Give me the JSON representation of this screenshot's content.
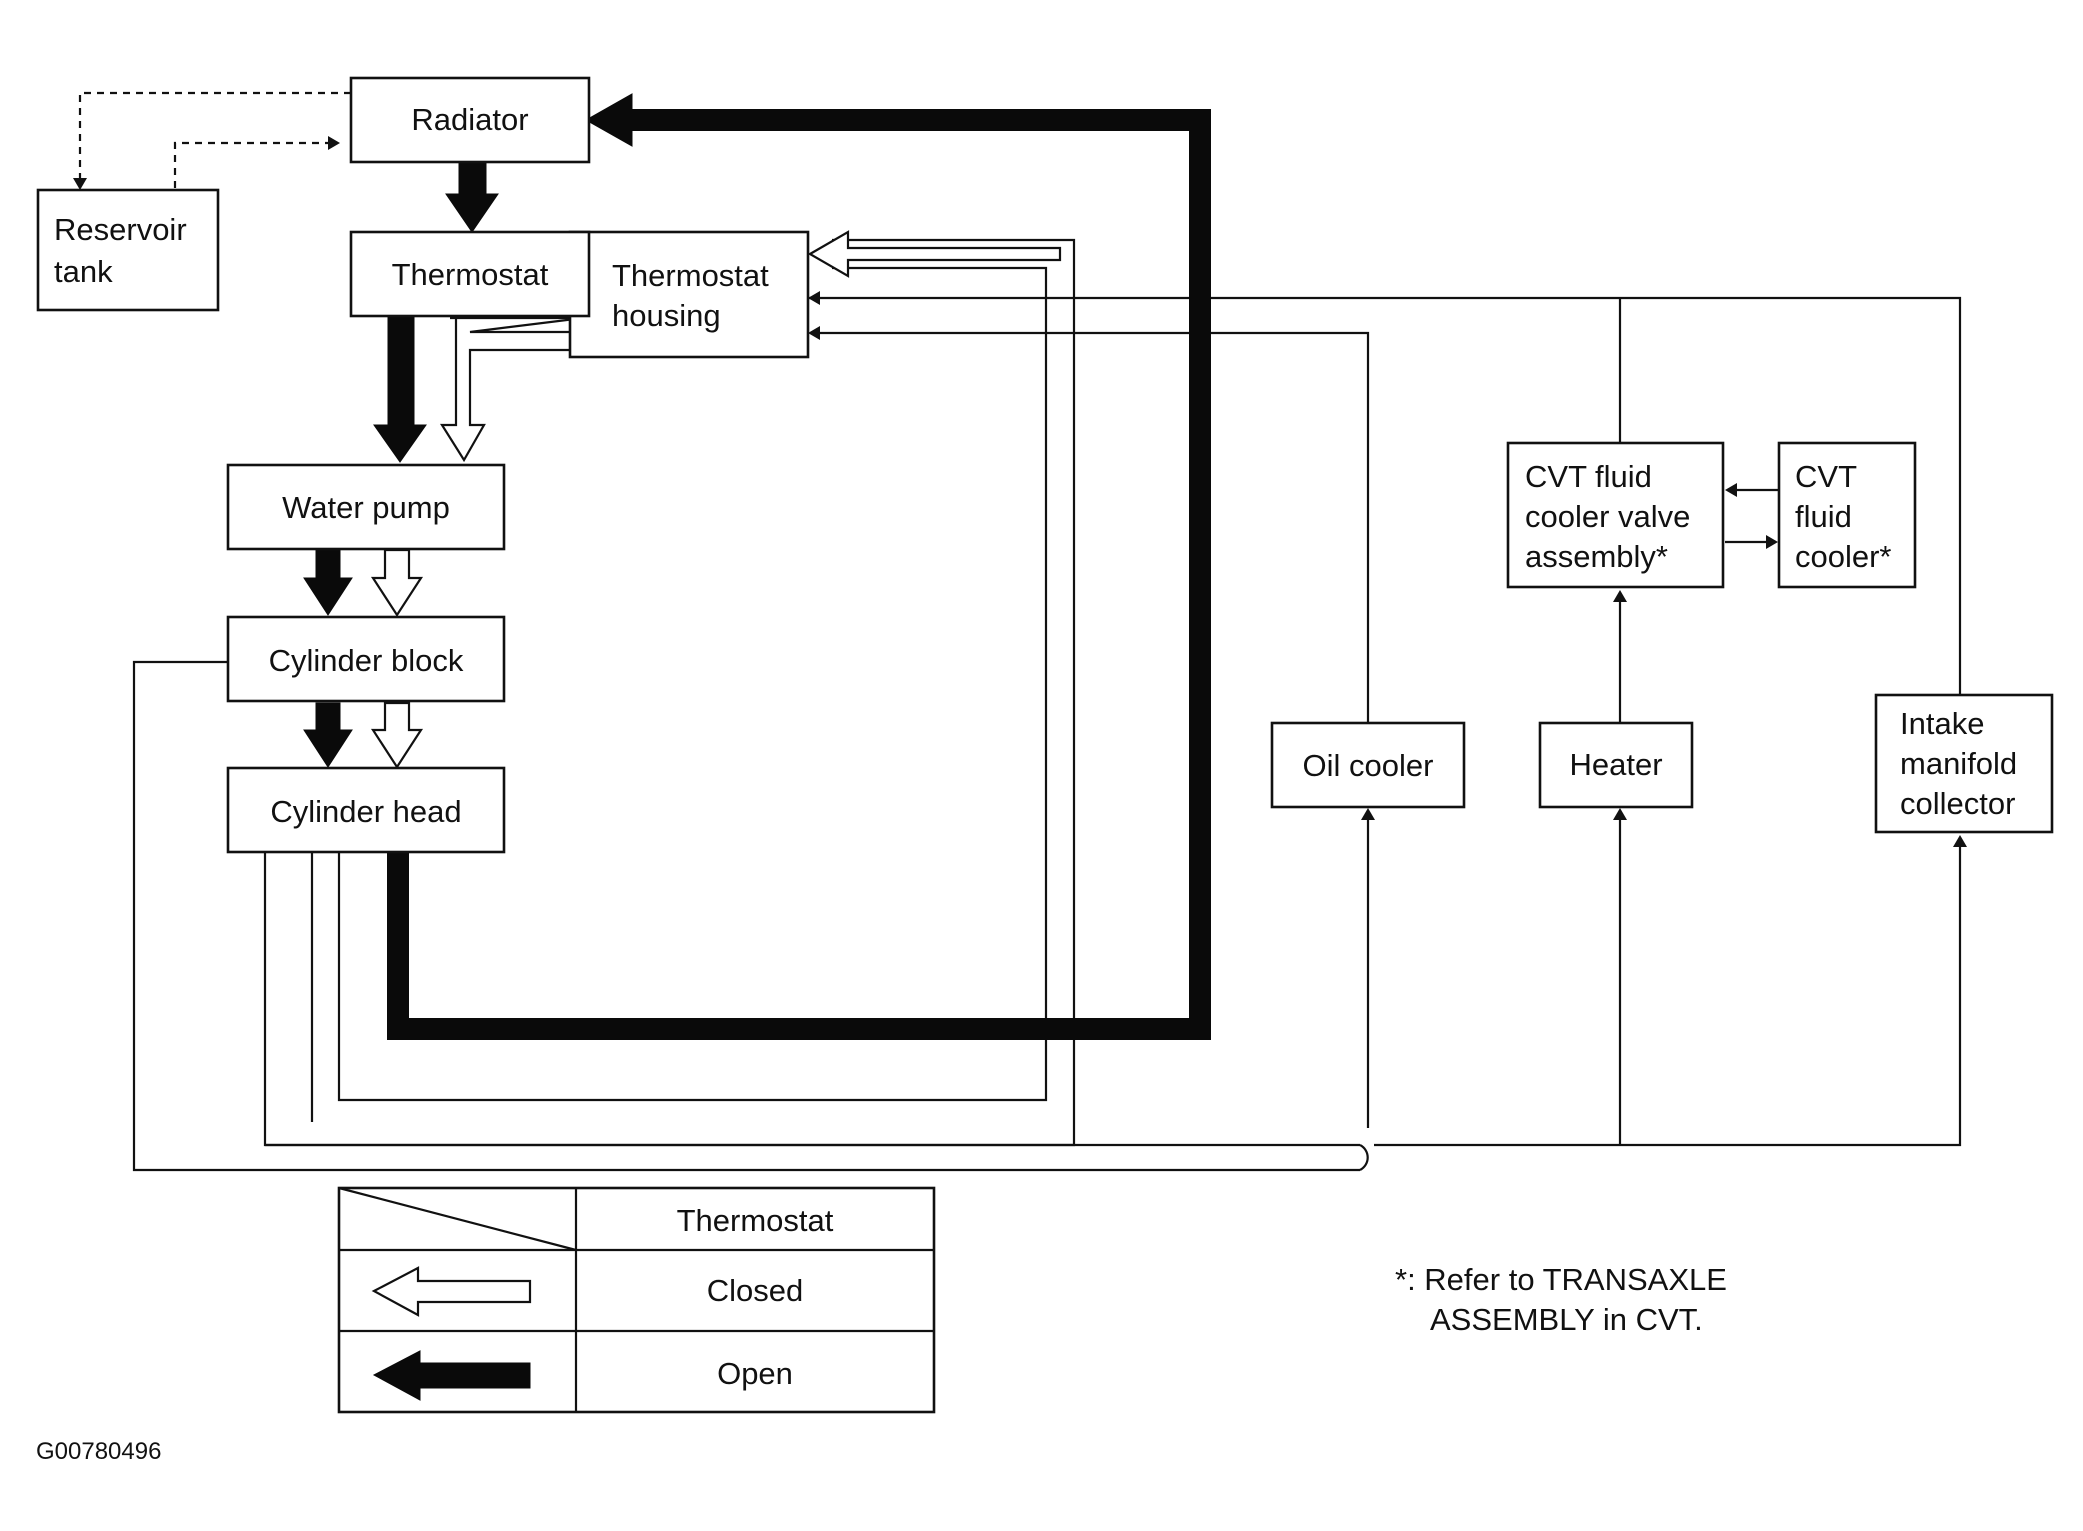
{
  "components": {
    "radiator": "Radiator",
    "reservoir_tank": [
      "Reservoir",
      "tank"
    ],
    "thermostat": "Thermostat",
    "thermostat_housing": [
      "Thermostat",
      "housing"
    ],
    "water_pump": "Water pump",
    "cylinder_block": "Cylinder block",
    "cylinder_head": "Cylinder head",
    "oil_cooler": "Oil cooler",
    "heater": "Heater",
    "cvt_valve": [
      "CVT fluid",
      "cooler valve",
      "assembly*"
    ],
    "cvt_cooler": [
      "CVT",
      "fluid",
      "cooler*"
    ],
    "intake_manifold": [
      "Intake",
      "manifold",
      "collector"
    ]
  },
  "legend": {
    "header": "Thermostat",
    "rows": [
      {
        "label": "Closed",
        "arrow": "hollow"
      },
      {
        "label": "Open",
        "arrow": "solid"
      }
    ]
  },
  "footnote": [
    "*: Refer to TRANSAXLE",
    "ASSEMBLY in CVT."
  ],
  "figure_code": "G00780496",
  "colors": {
    "ink": "#111111",
    "background": "#ffffff"
  }
}
